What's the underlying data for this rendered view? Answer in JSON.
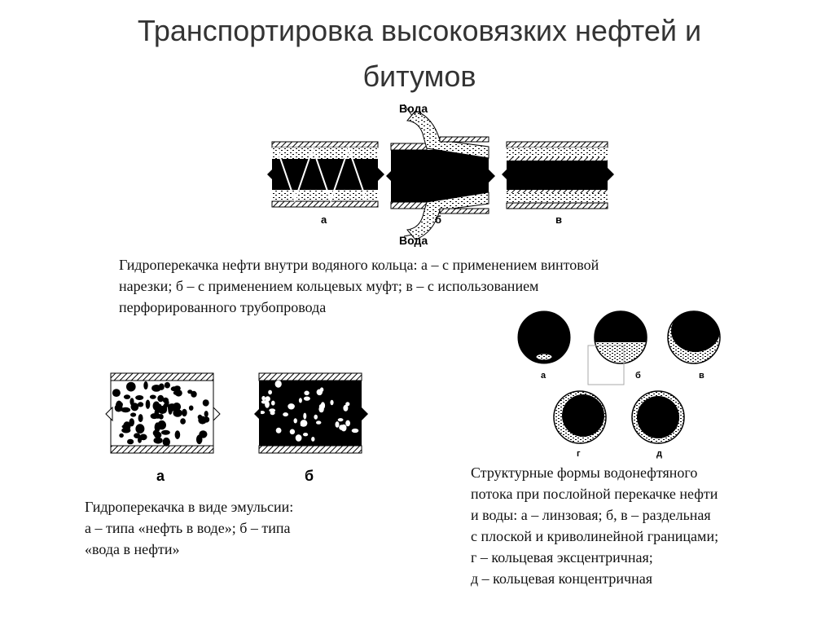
{
  "slide": {
    "title_lines": [
      "Транспортировка высоковязких нефтей и",
      "битумов"
    ]
  },
  "fig_ring": {
    "water_top": "Вода",
    "water_bottom": "Вода",
    "labels": [
      "а",
      "б",
      "в"
    ],
    "caption_lines": [
      "Гидроперекачка нефти внутри водяного кольца: а – с применением винтовой",
      "нарезки; б – с применением кольцевых муфт; в – с использованием",
      "перфорированного трубопровода"
    ]
  },
  "fig_emulsion": {
    "labels": [
      "а",
      "б"
    ],
    "caption_lines": [
      "Гидроперекачка в виде эмульсии:",
      "а – типа «нефть в воде»; б – типа",
      "«вода в нефти»"
    ]
  },
  "fig_structure": {
    "labels": [
      "а",
      "б",
      "в",
      "г",
      "д"
    ],
    "caption_lines": [
      "Структурные формы водонефтяного",
      "потока при послойной перекачке нефти",
      "и воды: а – линзовая; б, в – раздельная",
      "с плоской и криволинейной границами;",
      "г – кольцевая эксцентричная;",
      "д – кольцевая концентричная"
    ]
  }
}
